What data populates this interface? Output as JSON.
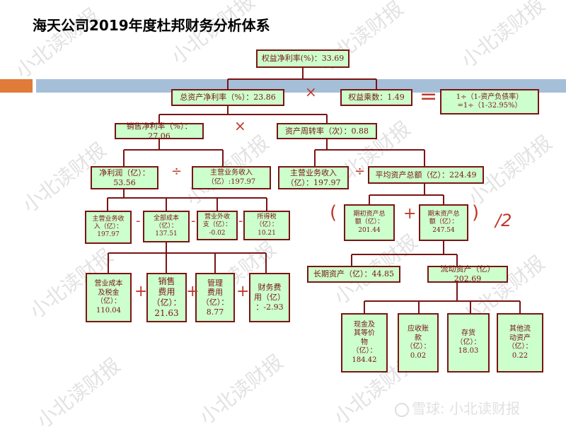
{
  "title": "海天公司2019年度杜邦财务分析体系",
  "watermark": "小北读财报",
  "bottom_watermark": "雪球: 小北读财报",
  "nodes": {
    "roe": "权益净利率(%)：33.69",
    "roa": "总资产净利率（%）：23.86",
    "equity_multiplier": "权益乘数：1.49",
    "equity_formula": "1÷（1-资产负债率）\n=1÷（1-32.95%）",
    "net_margin": "销售净利率（%）：27.06",
    "asset_turnover": "资产周转率（次）：0.88",
    "net_profit": "净利润（亿）：\n53.56",
    "revenue_a": "主营业务收入\n（亿）:197.97",
    "revenue_b": "主营业务收入\n（亿）：197.97",
    "avg_assets": "平均资产总额（亿）：224.49",
    "revenue_c": "主营业务收\n入（亿）：\n197.97",
    "total_cost": "全部成本\n（亿）：\n137.51",
    "other_income": "营业外收\n支（亿）：\n-0.02",
    "income_tax": "所得税\n（亿）：\n10.21",
    "begin_assets": "期初资产总\n额（亿）：\n201.44",
    "end_assets": "期末资产总\n额（亿）：\n247.54",
    "op_cost": "营业成本\n及税金\n（亿）：\n110.04",
    "sales_exp": "销售\n费用\n（亿）：\n21.63",
    "admin_exp": "管理\n费用\n（亿）：\n8.77",
    "fin_exp": "财务费\n用（亿）\n：-2.93",
    "lt_assets": "长期资产（亿）：44.85",
    "cur_assets": "流动资产（亿）202.69",
    "cash": "现金及\n其等价\n物\n（亿）：\n184.42",
    "receivables": "应收账\n款\n（亿）：\n0.02",
    "inventory": "存货\n（亿）：\n18.03",
    "other_cur": "其他流\n动资产\n（亿）：\n0.22"
  },
  "operators": {
    "times1": "×",
    "equals": "=",
    "times2": "×",
    "div1": "÷",
    "div2": "÷",
    "minus1": "-",
    "minus2": "-",
    "minus3": "-",
    "paren_open": "(",
    "plus_assets": "+",
    "paren_close": ")",
    "half": "/2",
    "plus1": "+",
    "plus2": "+",
    "plus3": "+"
  },
  "colors": {
    "node_fill": "#ccffcc",
    "node_border": "#7a1414",
    "operator": "#c0392b",
    "bar_orange": "#e07b39",
    "bar_blue": "#a6bfd9"
  }
}
